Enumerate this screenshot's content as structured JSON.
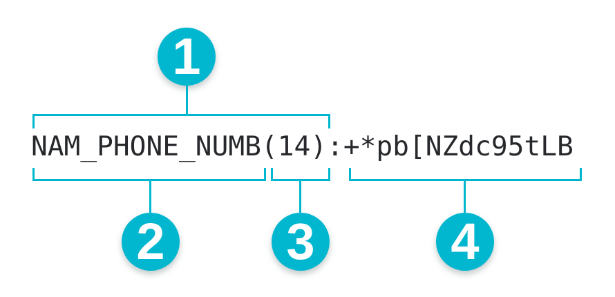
{
  "diagram": {
    "accent_color": "#00b7cf",
    "text_color": "#26282b",
    "token": "NAM_PHONE_NUMB(14):+*pb[NZdc95tLB",
    "callouts": [
      {
        "number": "1",
        "spans_text": "NAM_PHONE_NUMB(14)",
        "bracket_side": "above"
      },
      {
        "number": "2",
        "spans_text": "NAM_PHONE_NUMB",
        "bracket_side": "below"
      },
      {
        "number": "3",
        "spans_text": "(14)",
        "bracket_side": "below"
      },
      {
        "number": "4",
        "spans_text": "+*pb[NZdc95tLB",
        "bracket_side": "below"
      }
    ]
  }
}
